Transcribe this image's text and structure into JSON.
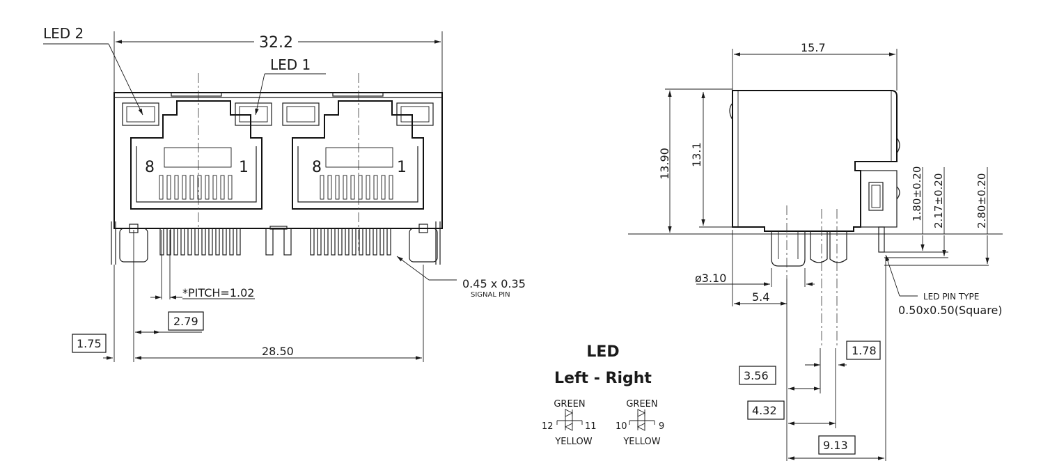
{
  "front_view": {
    "label_led2": "LED 2",
    "label_led1": "LED 1",
    "dim_width": "32.2",
    "pin_8": "8",
    "pin_1": "1",
    "pitch": "*PITCH=1.02",
    "dim_2_79": "2.79",
    "dim_1_75": "1.75",
    "dim_28_50": "28.50",
    "signal_pin_size": "0.45 x 0.35",
    "signal_pin_label": "SIGNAL PIN"
  },
  "side_view": {
    "dim_15_7": "15.7",
    "dim_13_90": "13.90",
    "dim_13_1": "13.1",
    "dim_1_80": "1.80±0.20",
    "dim_2_17": "2.17±0.20",
    "dim_2_80": "2.80±0.20",
    "dim_dia": "ø3.10",
    "dim_5_4": "5.4",
    "led_pin_type": "LED PIN TYPE",
    "led_pin_size": "0.50x0.50(Square)",
    "dim_1_78": "1.78",
    "dim_3_56": "3.56",
    "dim_4_32": "4.32",
    "dim_9_13": "9.13"
  },
  "legend": {
    "title": "LED",
    "subtitle": "Left - Right",
    "left_top": "GREEN",
    "left_bottom": "YELLOW",
    "left_pin_a": "12",
    "left_pin_b": "11",
    "right_top": "GREEN",
    "right_bottom": "YELLOW",
    "right_pin_a": "10",
    "right_pin_b": "9"
  }
}
